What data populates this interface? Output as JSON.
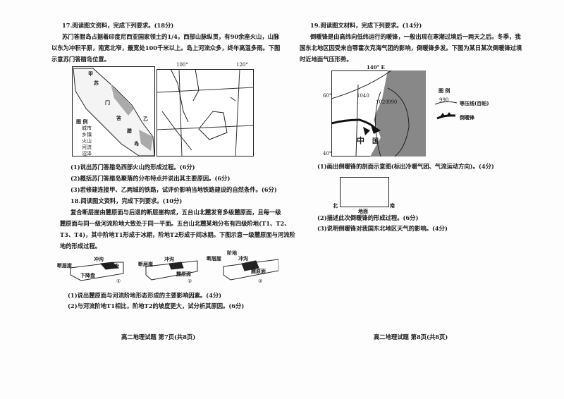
{
  "left": {
    "q17": {
      "title": "17.阅读图文资料，完成下列要求。(18分)",
      "para": [
        "苏门答腊岛占据着印度尼西亚国家领土的1/4，西部山脉纵贯，有90余座火山，山脉",
        "以东为冲积平原，南宽北窄，最宽处100千米以上。岛上河流众多，终年高温多雨。下图",
        "示意苏门答腊岛位置。"
      ],
      "map": {
        "places": [
          "甲",
          "苏",
          "门",
          "答",
          "腊",
          "岛",
          "乙"
        ],
        "legend_title": "图 例",
        "legend": [
          "城市",
          "乡镇",
          "火山",
          "河流",
          "沼泽"
        ],
        "lon": [
          "100°",
          "120°"
        ]
      },
      "questions": [
        "(1)说出苏门答腊岛西部火山的形成过程。(6分)",
        "(2)概括苏门答腊岛聚落的分布特点并说出其主要原因。(6分)",
        "(3)若修建连接甲、乙两城的铁路，试评价影响当地铁路建设的自然条件。(6分)"
      ]
    },
    "q18": {
      "title": "18.阅读图文资料，完成下列要求。(10分)",
      "para": [
        "复合断层崖由麓原面与后退的断层崖构成，五台山北麓发育多级麓原面，且每一级",
        "麓原面与同一级河流阶地大致处于同一平面。五台山北麓某地分布有四级阶地(T1、T2、",
        "T3、T4)，其中阶地T1形成于冰期，阶地T2形成于间冰期。下图示意一级麓原面与河流阶",
        "地的形成过程。"
      ],
      "diagrams": [
        {
          "num": "①",
          "labels": [
            "断层崖",
            "冲沟",
            "抬升盘",
            "下降盘"
          ]
        },
        {
          "num": "②",
          "labels": [
            "断层崖",
            "冲沟",
            "麓原面"
          ]
        },
        {
          "num": "③",
          "labels": [
            "断层崖",
            "阶地",
            "冲沟",
            "麓原面"
          ]
        }
      ],
      "questions": [
        "(1)说出麓原面与河流阶地形态形成的主要影响因素。(4分)",
        "(2)与河流阶地T1相比，阶地T2的坡度更大，试分析其原因。(6分)"
      ]
    },
    "footer": "高二地理试题  第7页(共8页)"
  },
  "right": {
    "q19": {
      "title": "19.阅读图文材料，完成下列要求。(14分)",
      "para": [
        "倒暖锋是由高纬向低纬运行的暖锋，一般出现在寒潮过境后一两天之后。冬季，我",
        "国东北地区因受来自鄂霍次克海气团的影响，倒暖锋多发。下图为某日某次倒暖锋过境",
        "时近地面气压形势。"
      ],
      "map": {
        "lon": "140° E",
        "lat": [
          "60°",
          "40°"
        ],
        "isobars": [
          "1040",
          "1020",
          "990"
        ],
        "country": [
          "中",
          "国"
        ],
        "legend_title": "图 例",
        "legend": [
          {
            "sample": "990",
            "label": "等压线(百帕)"
          },
          {
            "label": "倒暖锋"
          }
        ]
      },
      "q1": "(1)画出倒暖锋的剖面示意图(标出冷暖气团、气流运动方向)。(4分)",
      "box": {
        "north": "北",
        "south": "南",
        "ground": "地面"
      },
      "q2": "(2)描述此次倒暖锋的形成过程。(6分)",
      "q3": "(3)说明倒暖锋对我国东北地区天气的影响。(4分)"
    },
    "footer": "高二地理试题  第8页(共8页)"
  }
}
